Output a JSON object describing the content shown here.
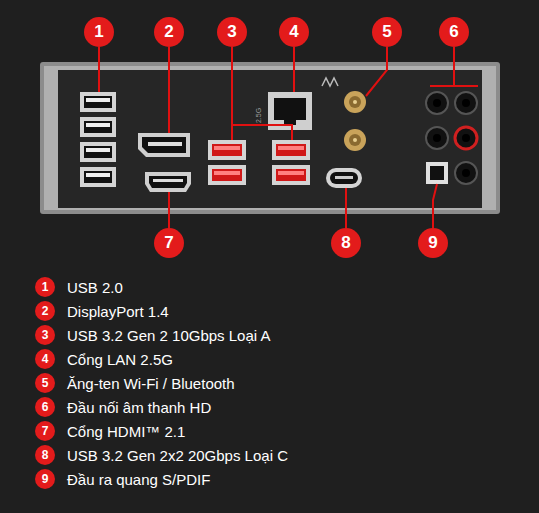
{
  "diagram": {
    "nodes": [
      {
        "text": [
          "1"
        ]
      },
      {
        "text": [
          "2"
        ]
      },
      {
        "text": [
          "3"
        ]
      },
      {
        "text": [
          "4"
        ]
      },
      {
        "text": [
          "5"
        ]
      },
      {
        "text": [
          "6"
        ]
      },
      {
        "text": [
          "7"
        ]
      },
      {
        "text": [
          "8"
        ]
      },
      {
        "text": [
          "9"
        ]
      },
      {
        "text": [
          "1",
          "USB 2.0"
        ]
      },
      {
        "text": [
          "2",
          "DisplayPort 1.4"
        ]
      },
      {
        "text": [
          "3",
          "USB 3.2 Gen 2 10Gbps Loại A"
        ]
      },
      {
        "text": [
          "4",
          "Cổng LAN 2.5G"
        ]
      },
      {
        "text": [
          "5",
          "Ăng-ten Wi-Fi / Bluetooth"
        ]
      },
      {
        "text": [
          "6",
          "Đầu nối âm thanh HD"
        ]
      },
      {
        "text": [
          "7",
          "Cổng HDMI™ 2.1"
        ]
      },
      {
        "text": [
          "8",
          "USB 3.2 Gen 2x2 20Gbps Loại C"
        ]
      },
      {
        "text": [
          "9",
          "Đầu ra quang S/PDIF"
        ]
      }
    ],
    "labels": [
      "2.5G"
    ]
  }
}
